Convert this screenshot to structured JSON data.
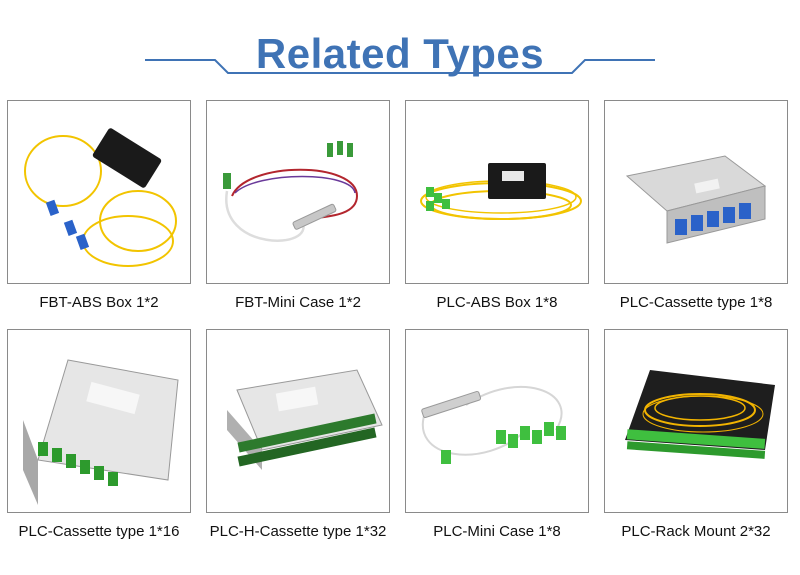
{
  "header": {
    "title": "Related Types"
  },
  "colors": {
    "accent": "#3f73b5",
    "frame_border": "#8a8a8a",
    "text": "#111111"
  },
  "products": [
    {
      "label": "FBT-ABS Box 1*2",
      "image": "fbt-abs-box-photo"
    },
    {
      "label": "FBT-Mini Case 1*2",
      "image": "fbt-mini-case-photo"
    },
    {
      "label": "PLC-ABS Box 1*8",
      "image": "plc-abs-box-photo"
    },
    {
      "label": "PLC-Cassette type 1*8",
      "image": "plc-cassette-1x8-photo"
    },
    {
      "label": "PLC-Cassette type 1*16",
      "image": "plc-cassette-1x16-photo"
    },
    {
      "label": "PLC-H-Cassette type 1*32",
      "image": "plc-h-cassette-1x32-photo"
    },
    {
      "label": "PLC-Mini Case 1*8",
      "image": "plc-mini-case-photo"
    },
    {
      "label": "PLC-Rack Mount 2*32",
      "image": "plc-rack-mount-photo"
    }
  ]
}
